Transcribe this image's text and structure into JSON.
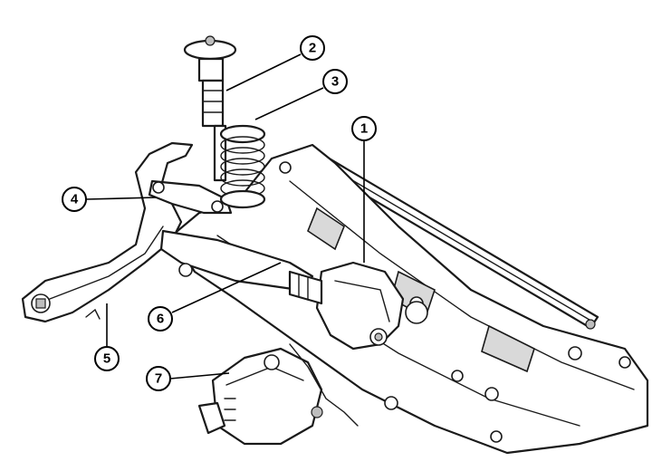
{
  "colors": {
    "line": "#1a1a1a",
    "fill": "#ffffff",
    "shade": "#d9d9d9"
  },
  "callouts": [
    {
      "id": "1",
      "label": "1"
    },
    {
      "id": "2",
      "label": "2"
    },
    {
      "id": "3",
      "label": "3"
    },
    {
      "id": "4",
      "label": "4"
    },
    {
      "id": "5",
      "label": "5"
    },
    {
      "id": "6",
      "label": "6"
    },
    {
      "id": "7",
      "label": "7"
    }
  ]
}
